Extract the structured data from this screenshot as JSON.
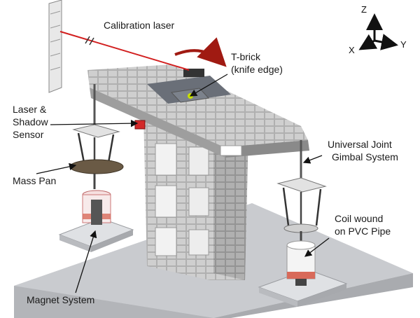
{
  "labels": {
    "calibration_laser": "Calibration laser",
    "t_brick_line1": "T-brick",
    "t_brick_line2": "(knife edge)",
    "laser_sensor_line1": "Laser &",
    "laser_sensor_line2": "Shadow",
    "laser_sensor_line3": "Sensor",
    "universal_joint_line1": "Universal Joint",
    "universal_joint_line2": "Gimbal System",
    "mass_pan": "Mass Pan",
    "coil_line1": "Coil wound",
    "coil_line2": "on PVC Pipe",
    "magnet_system": "Magnet System"
  },
  "axes": {
    "z": "Z",
    "x": "X",
    "y": "Y"
  },
  "colors": {
    "laser": "#d21f1f",
    "rotation_arrow": "#a01a12",
    "brick_light": "#d6d6d6",
    "brick_mid": "#b8b8b8",
    "brick_dark": "#8e8e8e",
    "base_plate": "#c9cbcf",
    "coil_band": "#d86a5a"
  }
}
